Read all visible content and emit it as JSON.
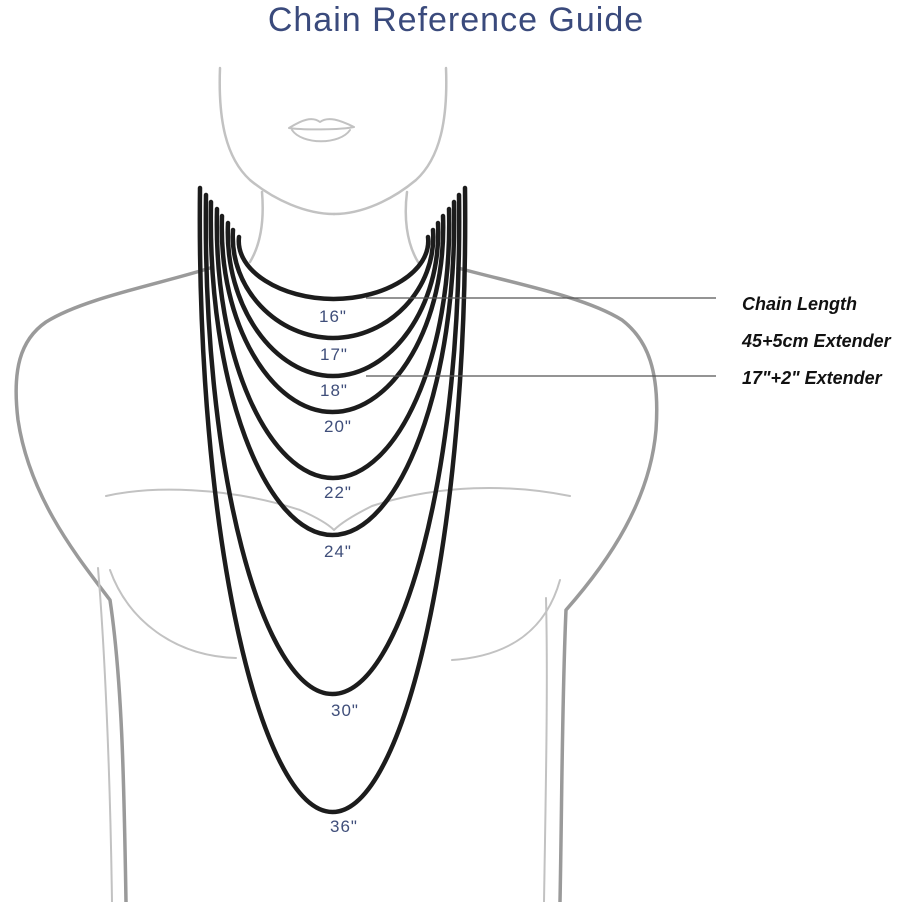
{
  "title": "Chain Reference Guide",
  "lengths": [
    {
      "id": "16",
      "label": "16\""
    },
    {
      "id": "17",
      "label": "17\""
    },
    {
      "id": "18",
      "label": "18\""
    },
    {
      "id": "20",
      "label": "20\""
    },
    {
      "id": "22",
      "label": "22\""
    },
    {
      "id": "24",
      "label": "24\""
    },
    {
      "id": "30",
      "label": "30\""
    },
    {
      "id": "36",
      "label": "36\""
    }
  ],
  "spec": {
    "heading": "Chain Length",
    "metric": "45+5cm Extender",
    "imperial": "17\"+2\" Extender"
  },
  "colors": {
    "title": "#3a4a7c",
    "label": "#3f4e7a",
    "chain": "#1c1c1c",
    "body": "#9a9a9a",
    "body_light": "#c2c2c2",
    "pointer": "#555555",
    "spec_text": "#111111"
  }
}
